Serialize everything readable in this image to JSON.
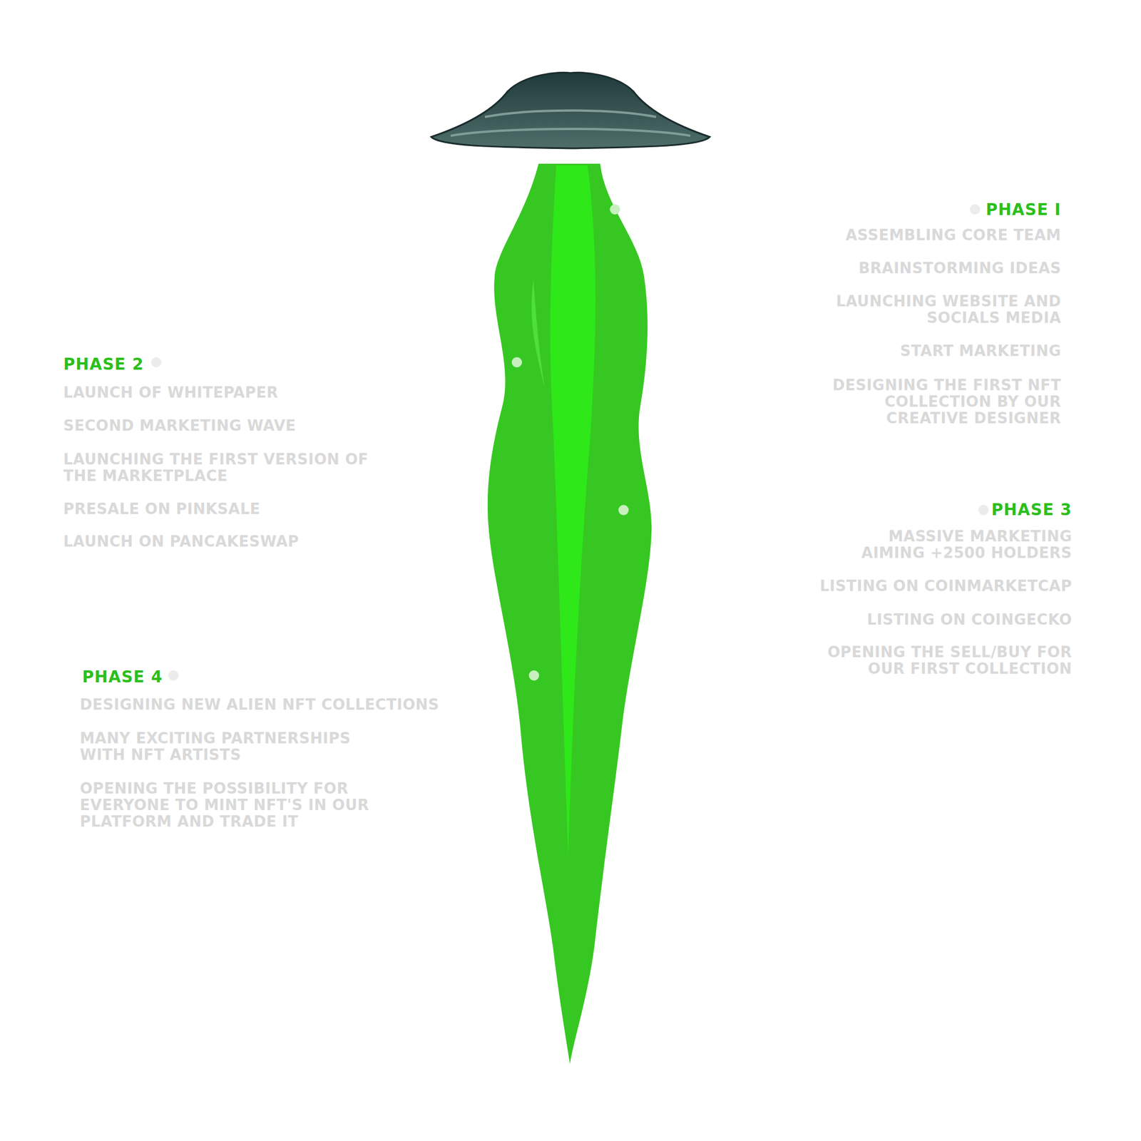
{
  "diagram": {
    "labels": [
      "PHASE I",
      "ASSEMBLING CORE TEAM",
      "BRAINSTORMING IDEAS",
      "LAUNCHING WEBSITE AND SOCIALS MEDIA",
      "START MARKETING",
      "DESIGNING THE FIRST NFT COLLECTION BY OUR CREATIVE DESIGNER",
      "PHASE 2",
      "LAUNCH OF WHITEPAPER",
      "SECOND MARKETING WAVE",
      "LAUNCHING THE FIRST VERSION OF THE MARKETPLACE",
      "PRESALE ON PINKSALE",
      "LAUNCH ON PANCAKESWAP",
      "PHASE 3",
      "MASSIVE MARKETING AIMING +2500 HOLDERS",
      "LISTING ON COINMARKETCAP",
      "LISTING ON COINGECKO",
      "OPENING THE SELL/BUY FOR OUR FIRST COLLECTION",
      "PHASE 4",
      "DESIGNING NEW ALIEN NFT COLLECTIONS",
      "MANY EXCITING PARTNERSHIPS WITH NFT ARTISTS",
      "OPENING THE POSSIBILITY FOR EVERYONE TO MINT NFT'S IN OUR PLATFORM AND TRADE IT"
    ]
  }
}
